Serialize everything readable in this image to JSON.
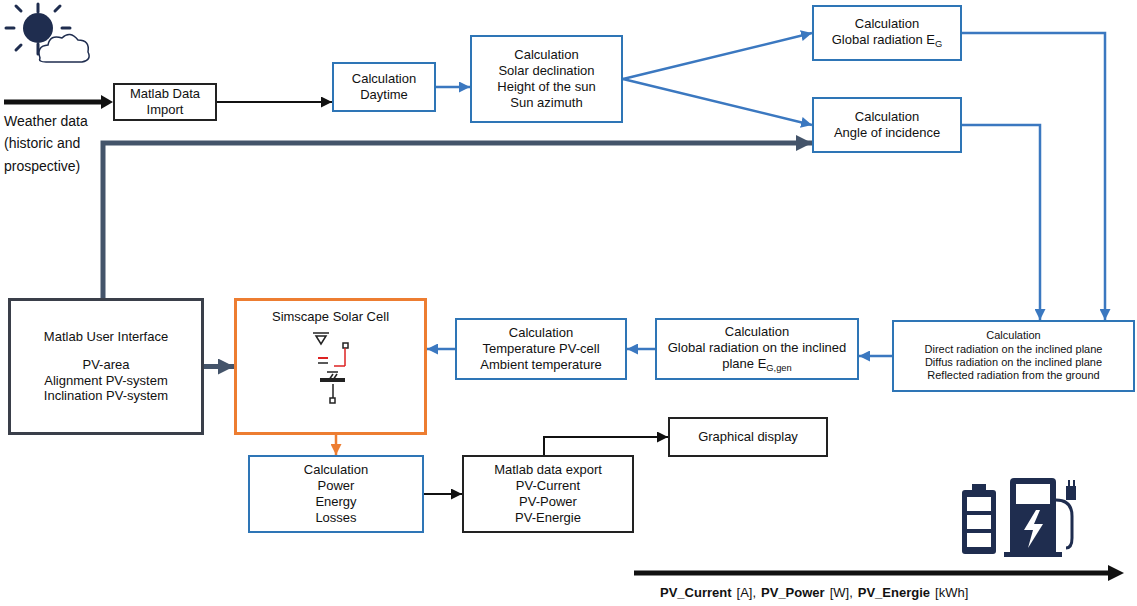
{
  "diagram": {
    "nodes": [
      {
        "text": [
          "Matlab Data Import"
        ]
      },
      {
        "text": [
          "Calculation",
          "Daytime"
        ]
      },
      {
        "text": [
          "Calculation",
          "Solar declination",
          "Height of the sun",
          "Sun azimuth"
        ]
      },
      {
        "text": [
          "Calculation",
          "Global radiation E",
          "G"
        ]
      },
      {
        "text": [
          "Calculation",
          "Angle of incidence"
        ]
      },
      {
        "text": [
          "Matlab User Interface",
          "PV-area",
          "Alignment PV-system",
          "Inclination PV-system"
        ]
      },
      {
        "text": [
          "Simscape Solar Cell"
        ]
      },
      {
        "text": [
          "Calculation",
          "Temperature PV-cell",
          "Ambient temperature"
        ]
      },
      {
        "text": [
          "Calculation",
          "Global radiation on the inclined plane E",
          "G,gen"
        ]
      },
      {
        "text": [
          "Calculation",
          "Direct radiation on the inclined plane",
          "Diffus radiation on the inclined plane",
          "Reflected radiation from the ground"
        ]
      },
      {
        "text": [
          "Calculation",
          "Power",
          "Energy",
          "Losses"
        ]
      },
      {
        "text": [
          "Matlab data export",
          "PV-Current",
          "PV-Power",
          "PV-Energie"
        ]
      },
      {
        "text": [
          "Graphical display"
        ]
      }
    ],
    "edges": [
      {
        "from": 0,
        "to": 1,
        "arrow": "to"
      },
      {
        "from": 1,
        "to": 2,
        "arrow": "to"
      },
      {
        "from": 2,
        "to": 3,
        "arrow": "to"
      },
      {
        "from": 2,
        "to": 4,
        "arrow": "to"
      },
      {
        "from": 5,
        "to": 4,
        "arrow": "to"
      },
      {
        "from": 3,
        "to": 9,
        "arrow": "to"
      },
      {
        "from": 4,
        "to": 9,
        "arrow": "to"
      },
      {
        "from": 9,
        "to": 8,
        "arrow": "to"
      },
      {
        "from": 8,
        "to": 7,
        "arrow": "to"
      },
      {
        "from": 7,
        "to": 6,
        "arrow": "to"
      },
      {
        "from": 5,
        "to": 6,
        "arrow": "to"
      },
      {
        "from": 6,
        "to": 10,
        "arrow": "to"
      },
      {
        "from": 10,
        "to": 11,
        "arrow": "to"
      },
      {
        "from": 11,
        "to": 12,
        "arrow": "to"
      }
    ],
    "labels": [
      "Weather data (historic and prospective)",
      "PV_Current",
      "[A],",
      "PV_Power",
      "[W],",
      "PV_Energie",
      "[kWh]"
    ]
  }
}
